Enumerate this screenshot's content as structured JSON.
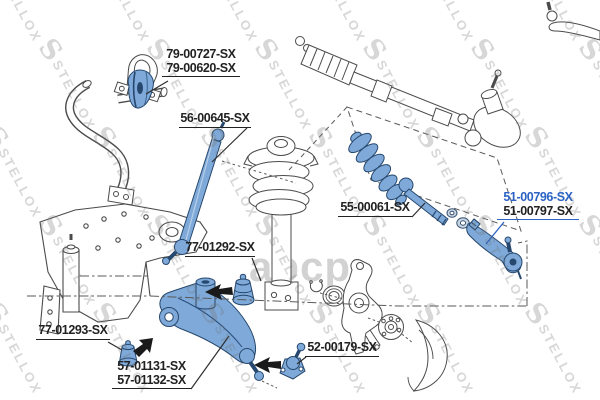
{
  "watermark": {
    "text": "STELLOX",
    "logo_letter": "S",
    "site_text": "abcp"
  },
  "labels": {
    "l79": {
      "line1": "79-00727-SX",
      "line2": "79-00620-SX"
    },
    "l56": {
      "line1": "56-00645-SX"
    },
    "l55": {
      "line1": "55-00061-SX"
    },
    "l77a": {
      "line1": "77-01292-SX"
    },
    "l77b": {
      "line1": "77-01293-SX"
    },
    "l57": {
      "line1": "57-01131-SX",
      "line2": "57-01132-SX"
    },
    "l52": {
      "line1": "52-00179-SX"
    },
    "l51": {
      "line1": "51-00796-SX",
      "line2": "51-00797-SX"
    }
  },
  "colors": {
    "highlight_blue": "#2b62c4",
    "part_fill_blue": "#7ea9d8",
    "part_stroke_blue": "#27486e",
    "line_art": "#4b4b4b"
  }
}
